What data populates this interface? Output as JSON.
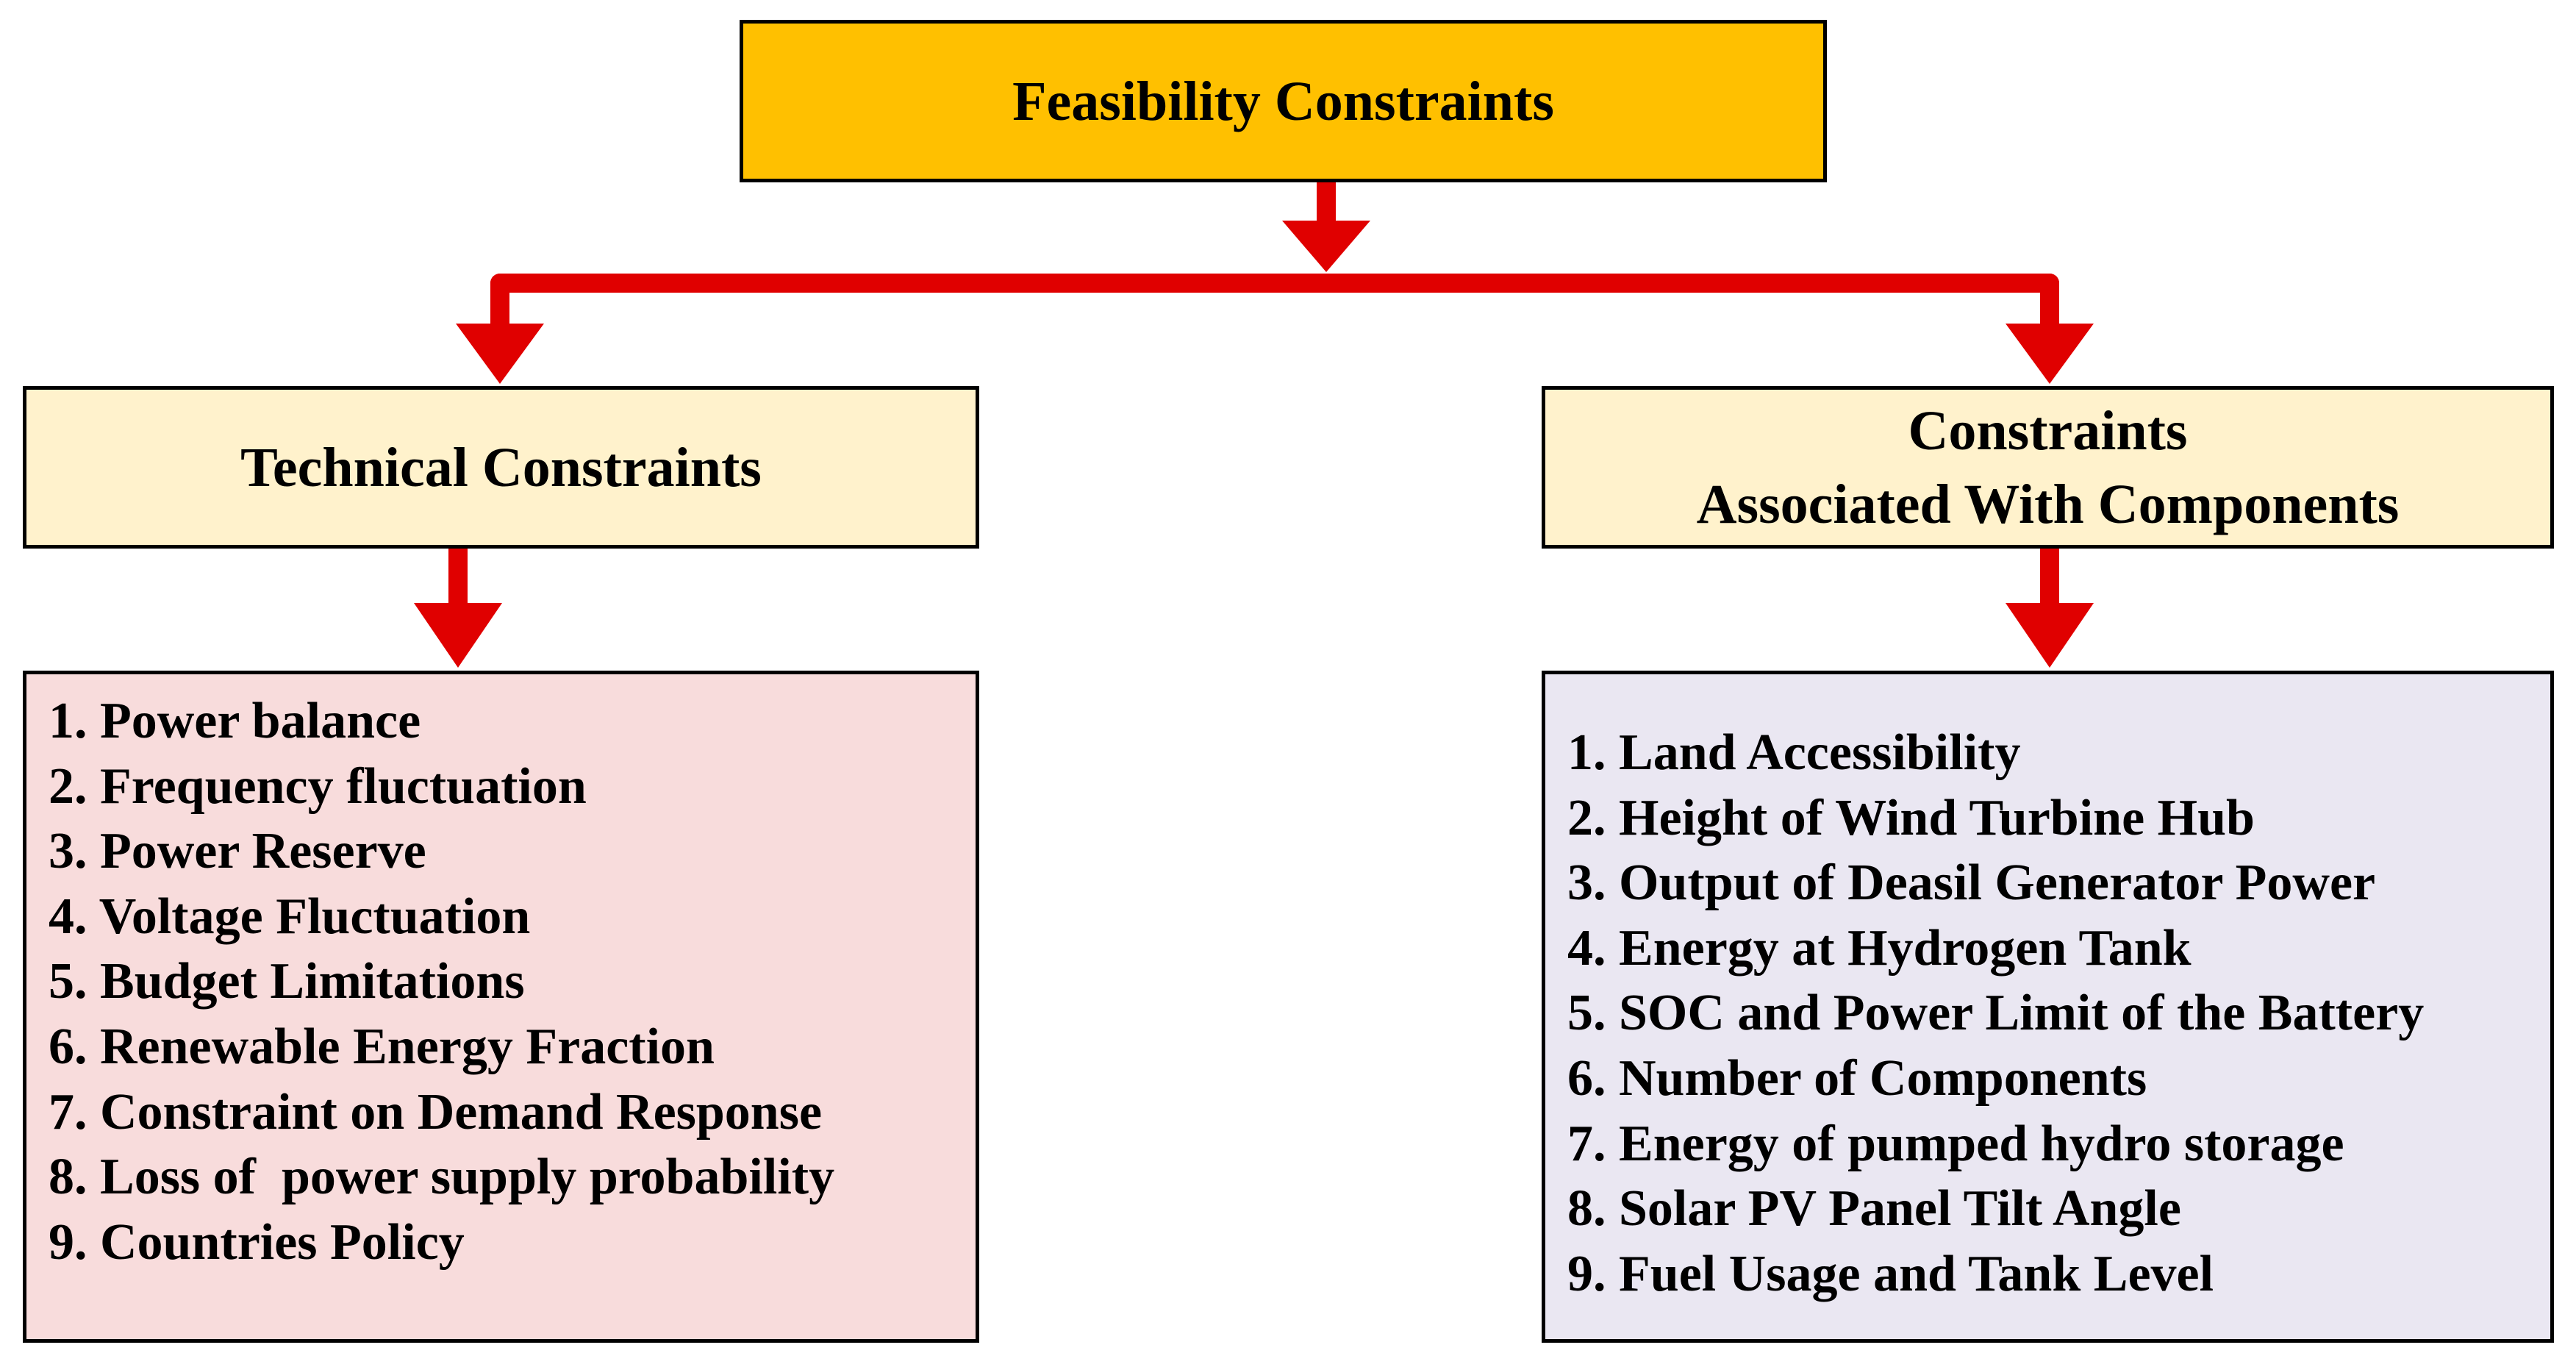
{
  "colors": {
    "root_fill": "#ffc000",
    "category_fill": "#fff2cc",
    "technical_list_fill": "#f8dcdc",
    "components_list_fill": "#eae7f2",
    "arrow": "#e00000",
    "border": "#000000"
  },
  "root": {
    "title": "Feasibility Constraints"
  },
  "technical": {
    "title": "Technical Constraints",
    "items": [
      "1. Power balance",
      "2. Frequency fluctuation",
      "3. Power Reserve",
      "4. Voltage Fluctuation",
      "5. Budget Limitations",
      "6. Renewable Energy Fraction",
      "7. Constraint on Demand Response",
      "8. Loss of  power supply probability",
      "9. Countries Policy"
    ]
  },
  "components": {
    "title_line1": "Constraints",
    "title_line2": "Associated With Components",
    "items": [
      "1. Land Accessibility",
      "2. Height of Wind Turbine Hub",
      "3. Output of Deasil Generator Power",
      "4. Energy at Hydrogen Tank",
      "5. SOC and Power Limit of the Battery",
      "6. Number of Components",
      "7. Energy of pumped hydro storage",
      "8. Solar PV Panel Tilt Angle",
      "9. Fuel Usage and Tank Level"
    ]
  }
}
